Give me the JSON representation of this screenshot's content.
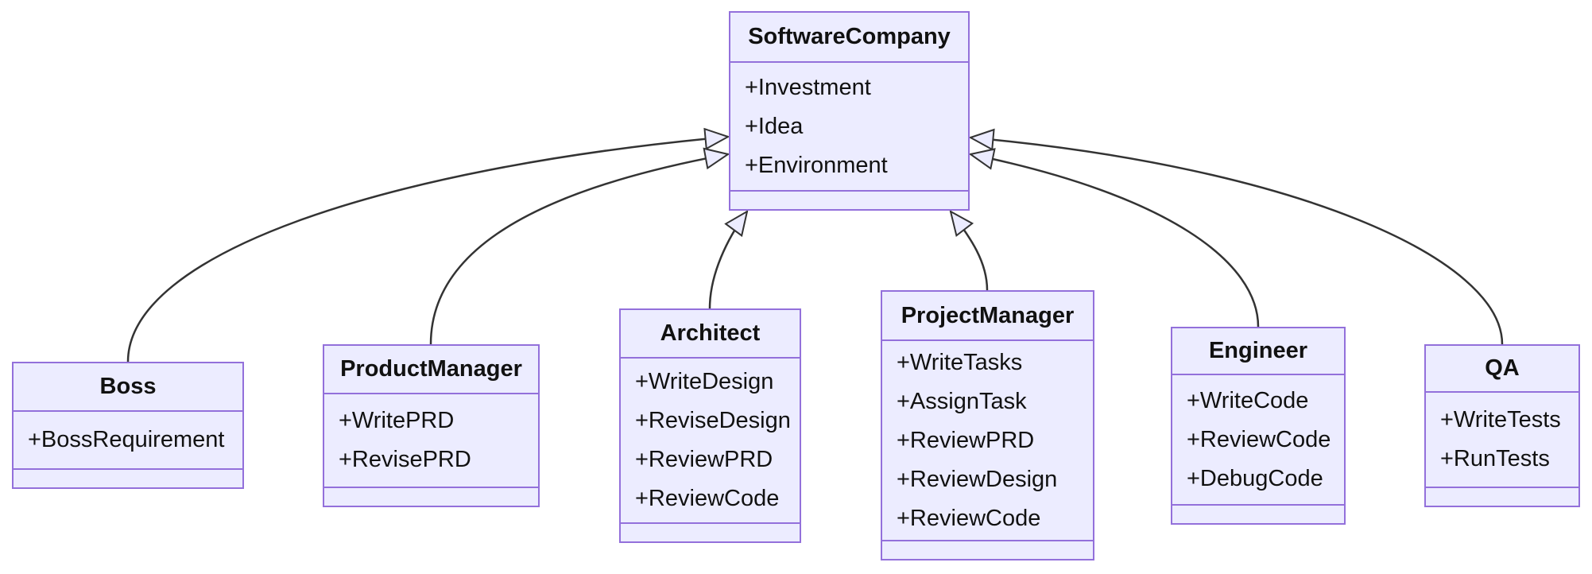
{
  "diagram": {
    "kind": "uml-class-diagram",
    "colors": {
      "background": "#ffffff",
      "node_fill": "#ECECFF",
      "node_border": "#9370DB",
      "edge": "#333333",
      "text": "#111111"
    },
    "classes": [
      {
        "name": "SoftwareCompany",
        "attributes": [
          "+Investment",
          "+Idea",
          "+Environment"
        ],
        "methods": []
      },
      {
        "name": "Boss",
        "attributes": [
          "+BossRequirement"
        ],
        "methods": []
      },
      {
        "name": "ProductManager",
        "attributes": [
          "+WritePRD",
          "+RevisePRD"
        ],
        "methods": []
      },
      {
        "name": "Architect",
        "attributes": [
          "+WriteDesign",
          "+ReviseDesign",
          "+ReviewPRD",
          "+ReviewCode"
        ],
        "methods": []
      },
      {
        "name": "ProjectManager",
        "attributes": [
          "+WriteTasks",
          "+AssignTask",
          "+ReviewPRD",
          "+ReviewDesign",
          "+ReviewCode"
        ],
        "methods": []
      },
      {
        "name": "Engineer",
        "attributes": [
          "+WriteCode",
          "+ReviewCode",
          "+DebugCode"
        ],
        "methods": []
      },
      {
        "name": "QA",
        "attributes": [
          "+WriteTests",
          "+RunTests"
        ],
        "methods": []
      }
    ],
    "relations": [
      {
        "from": "Boss",
        "to": "SoftwareCompany",
        "type": "inheritance"
      },
      {
        "from": "ProductManager",
        "to": "SoftwareCompany",
        "type": "inheritance"
      },
      {
        "from": "Architect",
        "to": "SoftwareCompany",
        "type": "inheritance"
      },
      {
        "from": "ProjectManager",
        "to": "SoftwareCompany",
        "type": "inheritance"
      },
      {
        "from": "Engineer",
        "to": "SoftwareCompany",
        "type": "inheritance"
      },
      {
        "from": "QA",
        "to": "SoftwareCompany",
        "type": "inheritance"
      }
    ]
  }
}
